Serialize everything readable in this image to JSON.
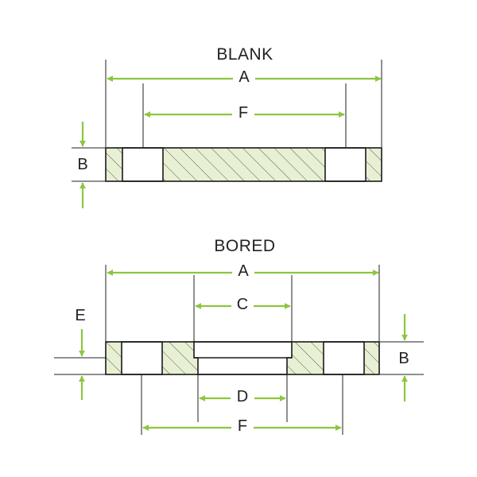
{
  "colors": {
    "dimension": "#8dc63f",
    "line": "#1a1a1a",
    "fill": "#e8f0d4",
    "hatch": "#333333",
    "background": "#ffffff"
  },
  "blank": {
    "title": "BLANK",
    "labels": {
      "a": "A",
      "f": "F",
      "b": "B"
    }
  },
  "bored": {
    "title": "BORED",
    "labels": {
      "a": "A",
      "c": "C",
      "e": "E",
      "b": "B",
      "d": "D",
      "f": "F"
    }
  }
}
